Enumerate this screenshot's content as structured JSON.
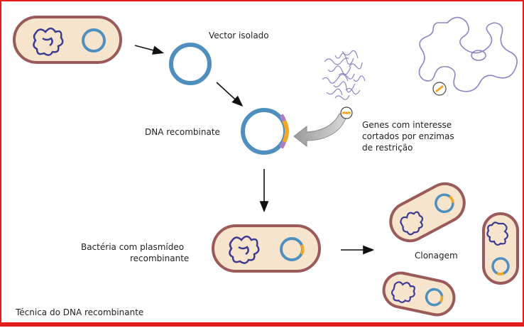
{
  "labels": {
    "vector": "Vector isolado",
    "recombinant_dna": "DNA recombinate",
    "genes_line1": "Genes com interesse",
    "genes_line2": "cortados por enzimas",
    "genes_line3": "de restrição",
    "bacteria_line1": "Bactéria com plasmídeo",
    "bacteria_line2": "recombinante",
    "cloning": "Clonagem",
    "caption": "Técnica do DNA recombinante"
  },
  "colors": {
    "frame": "#e21b1b",
    "cell_fill": "#f6e4cc",
    "cell_stroke": "#9b5a5a",
    "plasmid": "#4f8fbe",
    "chromosome": "#3d3a92",
    "insert": "#f5a623",
    "sticky_end": "#b07cc6",
    "fragments": "#8a86c4",
    "arrow": "#111111"
  }
}
